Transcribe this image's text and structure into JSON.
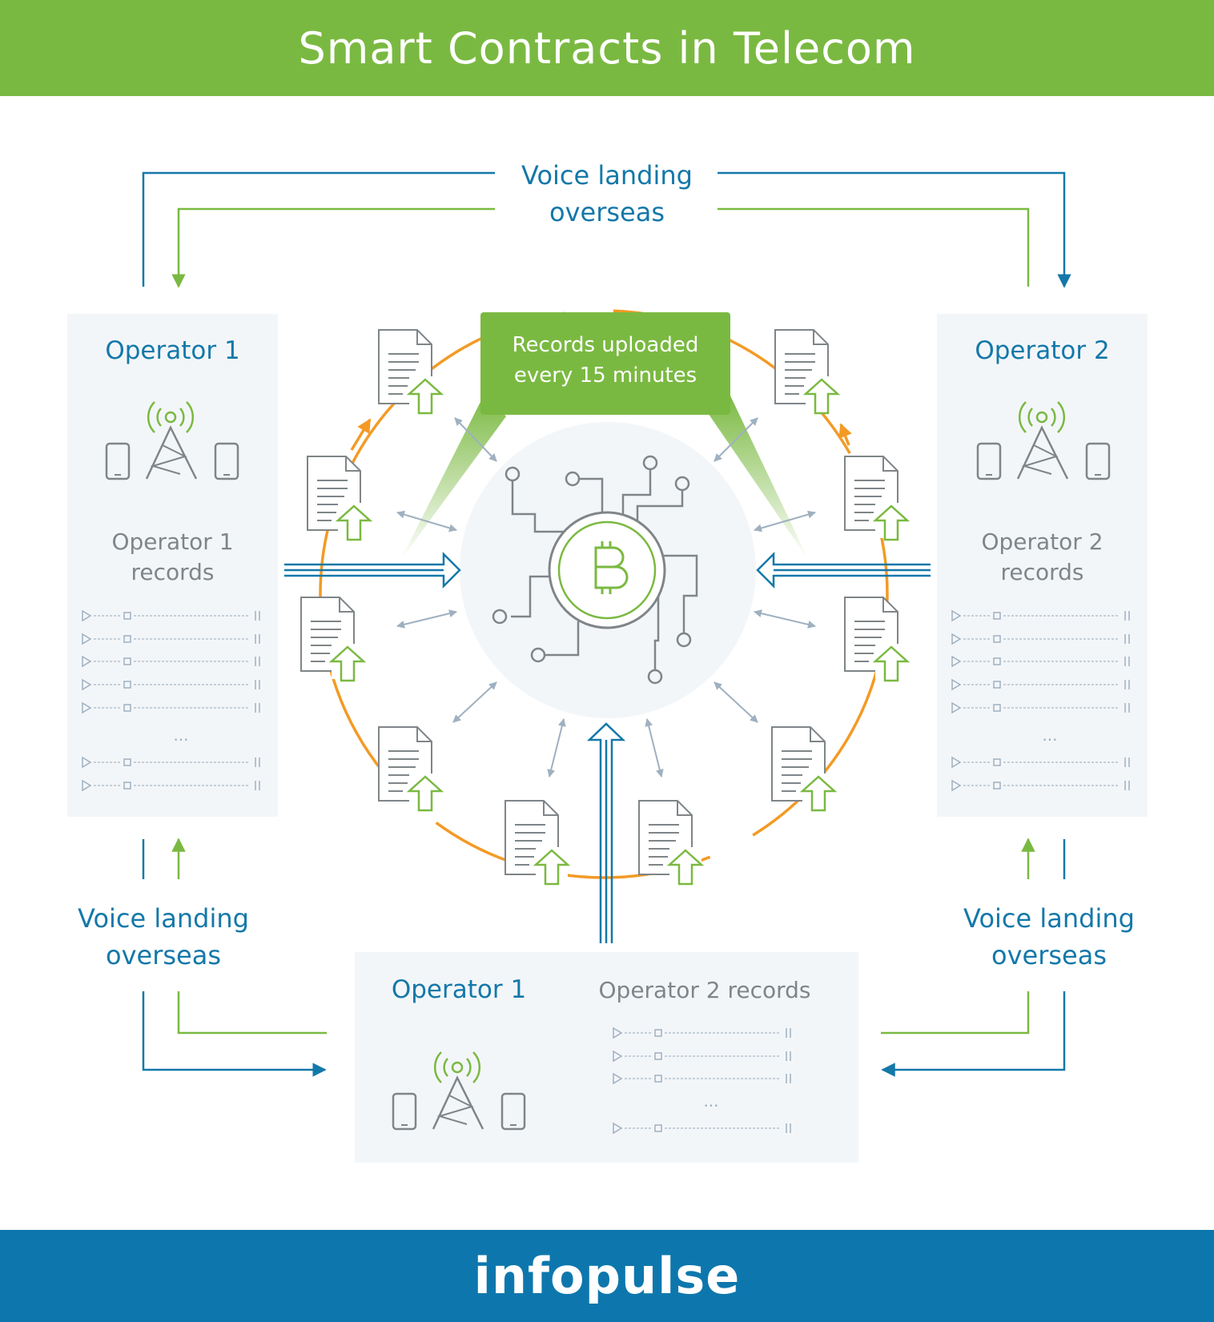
{
  "header": {
    "title": "Smart Contracts in Telecom"
  },
  "footer": {
    "logo_text": "infopulse"
  },
  "labels": {
    "voice_top": [
      "Voice landing",
      "overseas"
    ],
    "voice_left": [
      "Voice landing",
      "overseas"
    ],
    "voice_right": [
      "Voice landing",
      "overseas"
    ]
  },
  "operators": {
    "left": {
      "title": "Operator 1",
      "records": [
        "Operator 1",
        "records"
      ]
    },
    "right": {
      "title": "Operator 2",
      "records": [
        "Operator 2",
        "records"
      ]
    },
    "bottom": {
      "title": "Operator 1",
      "records": "Operator 2 records"
    }
  },
  "callout": {
    "lines": [
      "Records uploaded",
      "every 15 minutes"
    ]
  },
  "hub": {
    "symbol": "bitcoin-icon"
  },
  "colors": {
    "green": "#7ab941",
    "blue": "#1478a9",
    "orange": "#f39a25",
    "gray": "#7f8588",
    "panel": "#f3f6f9"
  },
  "ellipsis": "..."
}
